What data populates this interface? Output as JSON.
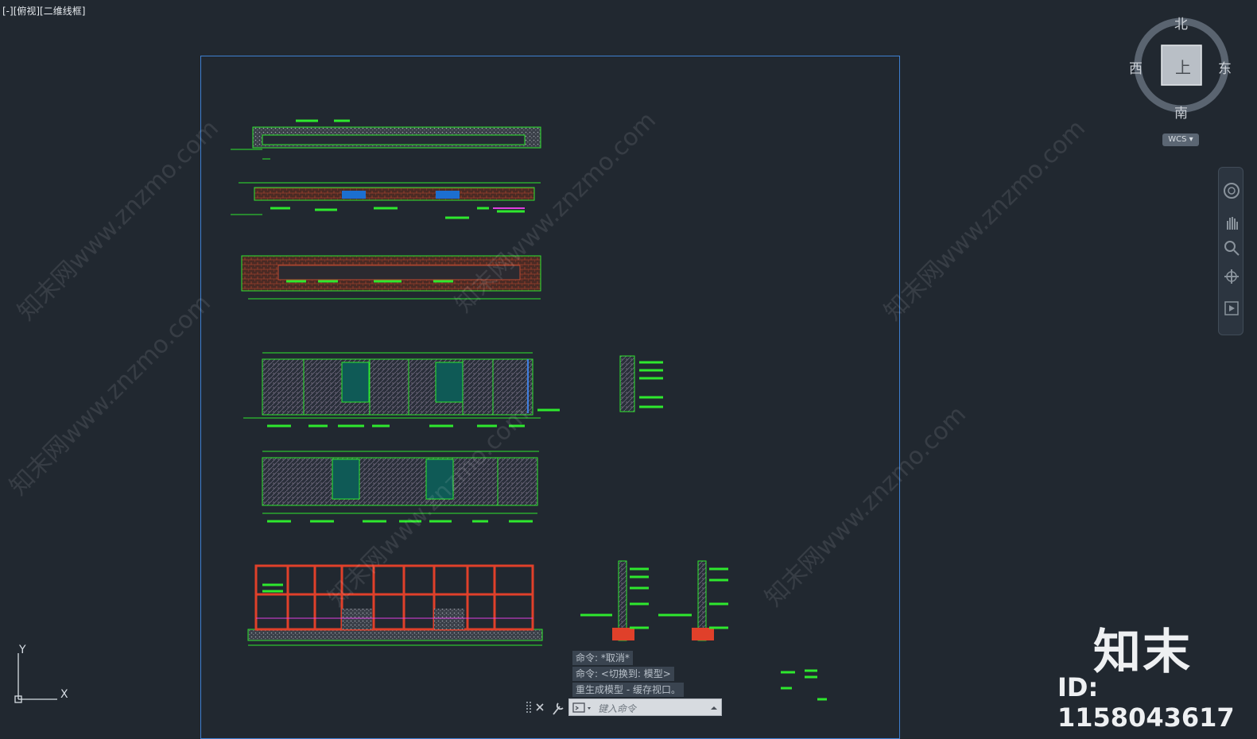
{
  "viewport_label": "[-][俯视][二维线框]",
  "viewcube": {
    "top_face": "上",
    "north": "北",
    "south": "南",
    "east": "东",
    "west": "西",
    "wcs": "WCS"
  },
  "ucs": {
    "x_label": "X",
    "y_label": "Y"
  },
  "command_line": {
    "history": [
      "命令: *取消*",
      "命令:   <切换到: 模型>",
      "重生成模型 - 缓存视口。"
    ],
    "placeholder": "键入命令"
  },
  "watermark": {
    "text": "知末网www.znzmo.com",
    "brand": "知末",
    "id": "ID: 1158043617"
  },
  "colors": {
    "background": "#212830",
    "sheet_border": "#3e7fd0",
    "line_green": "#2ee82e",
    "line_red": "#e0402a",
    "fill_teal": "#0f5a56"
  }
}
